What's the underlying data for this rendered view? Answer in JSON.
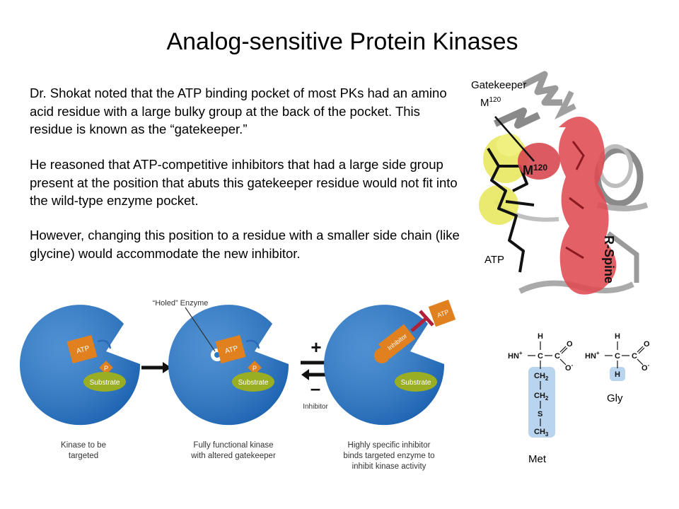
{
  "title": "Analog-sensitive Protein Kinases",
  "paragraphs": [
    "Dr. Shokat noted that the ATP binding pocket of most PKs had an amino acid residue with a large bulky group at the back of the pocket. This residue is known as the “gatekeeper.”",
    "He reasoned that ATP-competitive inhibitors that had a large side group present at the position that abuts this  gatekeeper residue would not fit into the wild-type enzyme pocket.",
    "However, changing this position to a residue with a smaller side chain (like glycine) would accommodate the new inhibitor."
  ],
  "structure": {
    "gatekeeper_label": "Gatekeeper",
    "m_label": "M",
    "m_superscript": "120",
    "atp_label": "ATP",
    "m120_in_structure": "M",
    "m120_in_structure_sup": "120",
    "rspine_label": "R-Spine"
  },
  "schematic": {
    "holed_enzyme_label": "“Holed” Enzyme",
    "atp_tile": "ATP",
    "p_tile": "P",
    "substrate_tile": "Substrate",
    "inhibitor_tile": "Inhibitor",
    "inhibitor_side_label": "Inhibitor",
    "plus": "+",
    "minus": "–",
    "captions": [
      "Kinase to be\ntargeted",
      "Fully functional kinase\nwith altered gatekeeper",
      "Highly specific inhibitor\nbinds targeted enzyme to\ninhibit kinase activity"
    ]
  },
  "amino_acids": {
    "met_label": "Met",
    "gly_label": "Gly",
    "atoms": {
      "h": "H",
      "n": "N",
      "c": "C",
      "o": "O",
      "ch2": "CH",
      "s": "S",
      "ch3": "CH",
      "sub2": "2",
      "sub3": "3",
      "plus": "+",
      "minus": "-",
      "h3": "H",
      "three": "3"
    }
  },
  "colors": {
    "enzyme_blue": "#2878c8",
    "atp_orange": "#e0801e",
    "substrate_green": "#9aae24",
    "inhibitor_red": "#b0203a",
    "sidechain_highlight": "#b8d4ee",
    "rspine_red": "#e04a52",
    "atp_yellow": "#e8e860"
  }
}
